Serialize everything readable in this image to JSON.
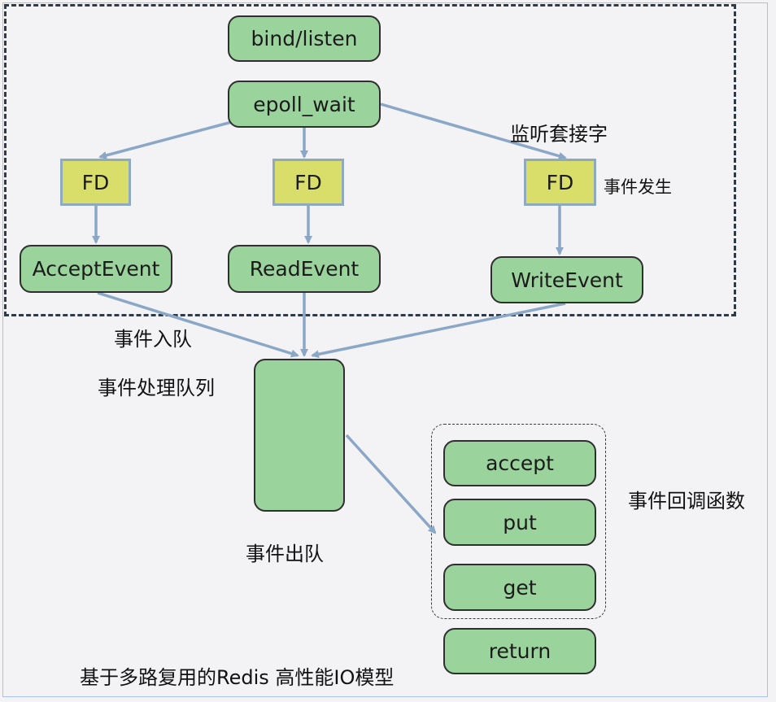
{
  "nodes": {
    "bind_listen": "bind/listen",
    "epoll_wait": "epoll_wait",
    "accept_event": "AcceptEvent",
    "read_event": "ReadEvent",
    "write_event": "WriteEvent"
  },
  "fd_boxes": [
    "FD",
    "FD",
    "FD"
  ],
  "callbacks": [
    "accept",
    "put",
    "get"
  ],
  "return_node": "return",
  "labels": {
    "listen_socket": "监听套接字",
    "event_occurs": "事件发生",
    "enqueue": "事件入队",
    "queue": "事件处理队列",
    "dequeue": "事件出队",
    "callback_funcs": "事件回调函数",
    "caption": "基于多路复用的Redis 高性能IO模型"
  },
  "colors": {
    "node_fill": "#9bd39d",
    "fd_fill": "#d9de6b",
    "arrow": "#8aa8c6",
    "background": "#f3f3f6"
  }
}
